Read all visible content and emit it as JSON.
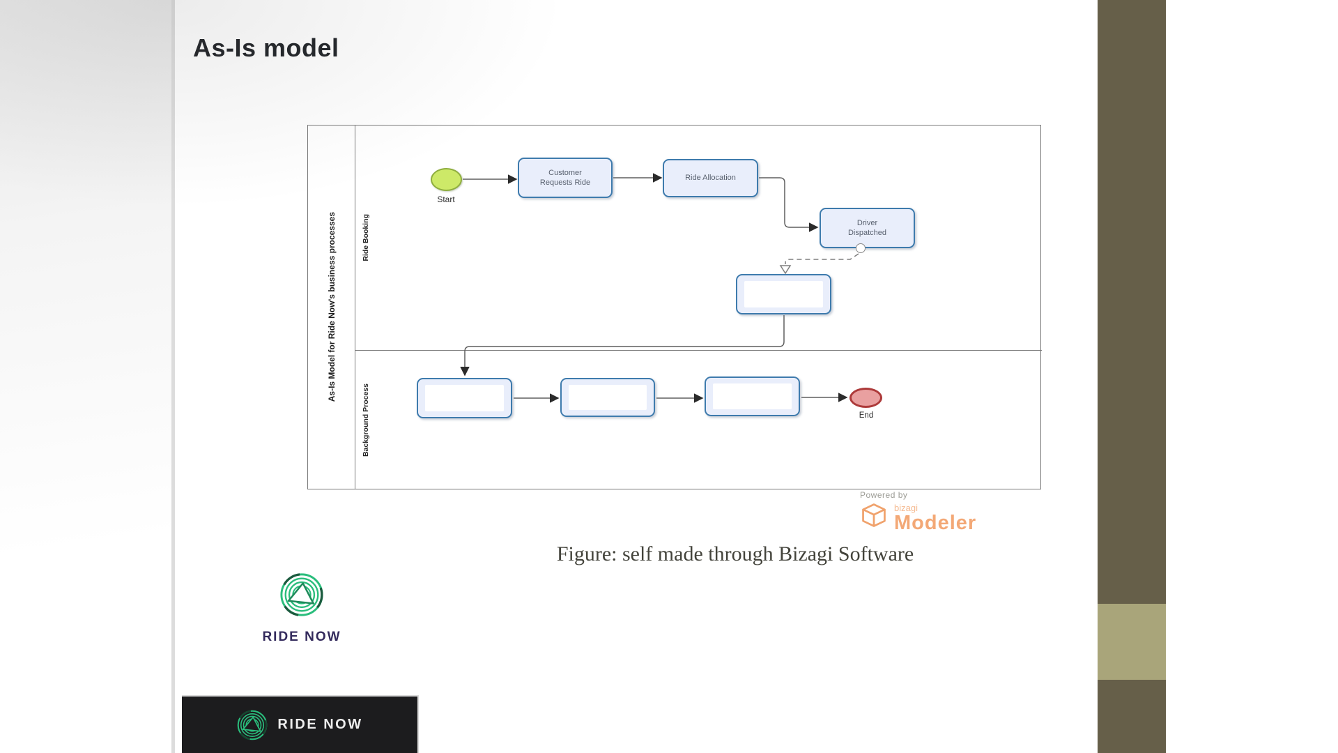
{
  "slide": {
    "title": "As-Is model",
    "caption": "Figure: self made through Bizagi Software"
  },
  "diagram": {
    "pool_label": "As-Is Model for Ride Now's business processes",
    "lanes": [
      {
        "label": "Ride Booking"
      },
      {
        "label": "Background Process"
      }
    ],
    "start_event": {
      "label": "Start"
    },
    "end_event": {
      "label": "End"
    },
    "tasks": [
      {
        "id": "customer-requests-ride",
        "label": "Customer Requests Ride"
      },
      {
        "id": "ride-allocation",
        "label": "Ride Allocation"
      },
      {
        "id": "driver-dispatched",
        "label": "Driver Dispatched"
      },
      {
        "id": "unnamed-middle",
        "label": ""
      },
      {
        "id": "unnamed-bottom-1",
        "label": ""
      },
      {
        "id": "unnamed-bottom-2",
        "label": ""
      },
      {
        "id": "unnamed-bottom-3",
        "label": ""
      }
    ],
    "colors": {
      "task_fill": "#e9eefb",
      "task_border": "#3e7bad",
      "start_fill": "#cde968",
      "start_border": "#8fae3e",
      "end_fill": "#e9a0a0",
      "end_border": "#ad3a3a",
      "connector": "#5f5f5f",
      "frame": "#7a7a7a"
    }
  },
  "watermark": {
    "powered_by": "Powered by",
    "brand": "bizagi",
    "product": "Modeler",
    "color": "#f3a876"
  },
  "branding": {
    "logo_text": "RIDE NOW",
    "logo_green": "#2abd7c",
    "logo_dark_green": "#1b5a3e",
    "logo_text_color": "#332a5c"
  },
  "footer_banner": {
    "logo_text": "RIDE NOW",
    "background": "#1c1c1e"
  },
  "theme": {
    "accent_band_dark": "#665f49",
    "accent_band_light": "#a9a57a"
  }
}
